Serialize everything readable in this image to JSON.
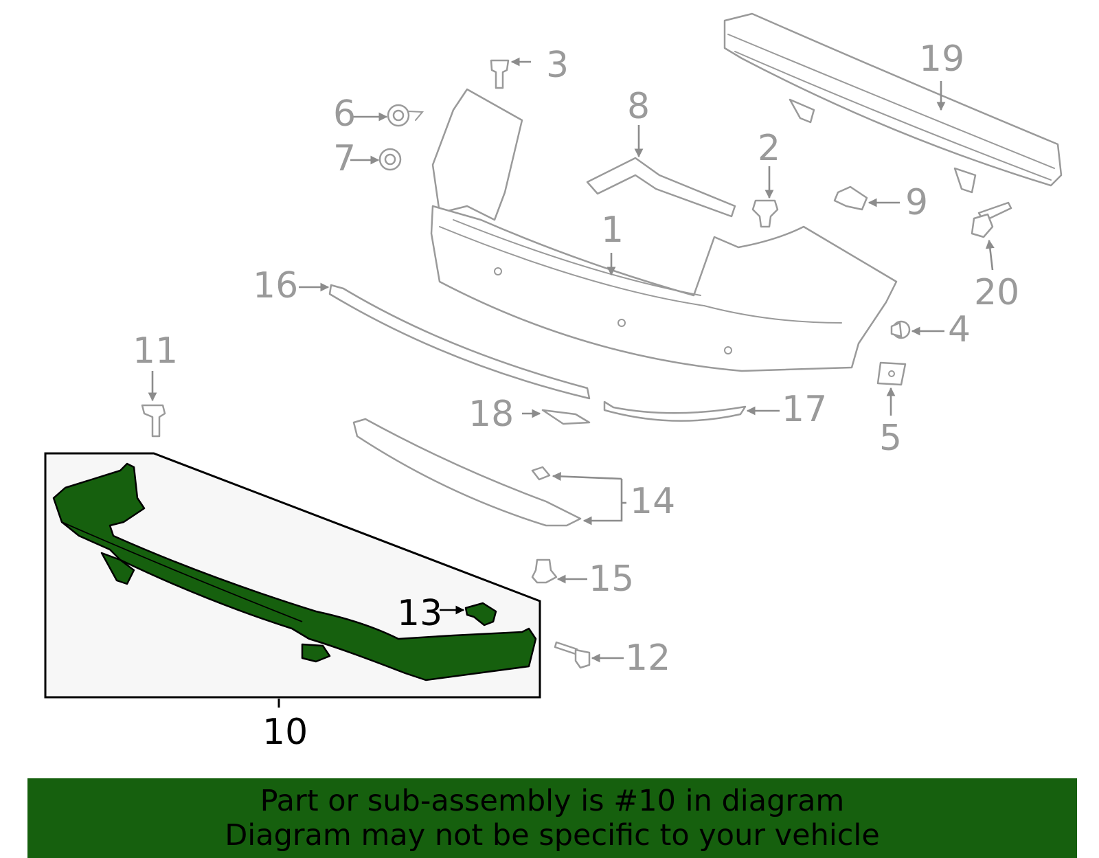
{
  "diagram": {
    "callouts": {
      "c1": "1",
      "c2": "2",
      "c3": "3",
      "c4": "4",
      "c5": "5",
      "c6": "6",
      "c7": "7",
      "c8": "8",
      "c9": "9",
      "c10": "10",
      "c11": "11",
      "c12": "12",
      "c13": "13",
      "c14": "14",
      "c15": "15",
      "c16": "16",
      "c17": "17",
      "c18": "18",
      "c19": "19",
      "c20": "20"
    },
    "highlight_color": "#16600e",
    "inactive_color": "#9a9a9a"
  },
  "banner": {
    "line1": "Part or sub-assembly is #10 in diagram",
    "line2": "Diagram may not be specific to your vehicle"
  }
}
